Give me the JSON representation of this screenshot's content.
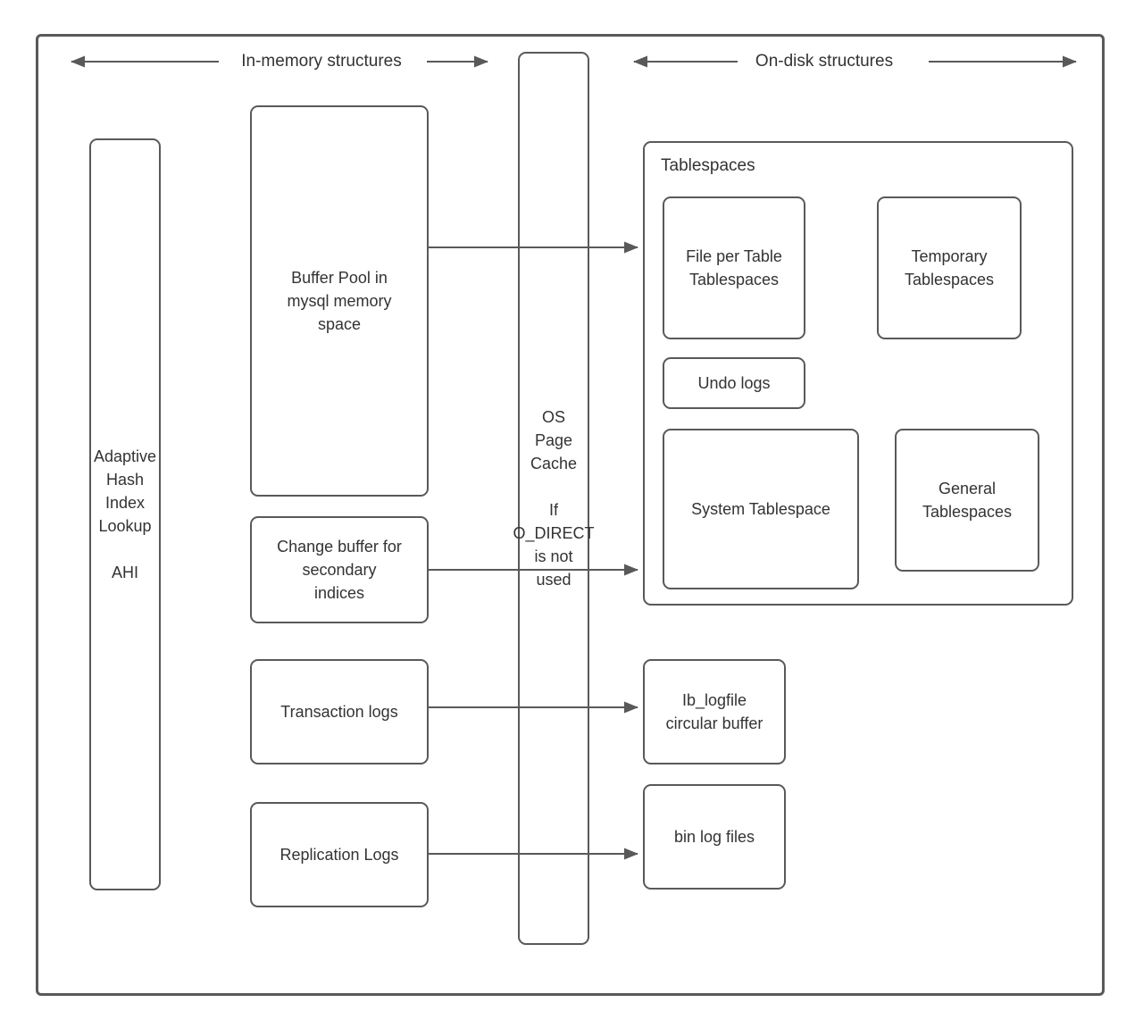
{
  "diagram": {
    "headers": {
      "in_memory": "In-memory structures",
      "on_disk": "On-disk structures"
    },
    "nodes": {
      "ahi": "Adaptive\nHash\nIndex\nLookup\n\nAHI",
      "buffer_pool": "Buffer Pool in\nmysql memory\nspace",
      "change_buffer": "Change buffer for\nsecondary\nindices",
      "transaction_logs": "Transaction logs",
      "replication_logs": "Replication Logs",
      "os_page_cache": "OS\nPage\nCache\n\nIf\nO_DIRECT\nis not\nused",
      "tablespaces_label": "Tablespaces",
      "file_per_table": "File per Table\nTablespaces",
      "temporary_tablespaces": "Temporary\nTablespaces",
      "undo_logs": "Undo logs",
      "system_tablespace": "System Tablespace",
      "general_tablespaces": "General\nTablespaces",
      "ib_logfile": "Ib_logfile\ncircular buffer",
      "bin_log_files": "bin log files"
    },
    "connections": [
      {
        "from": "Buffer Pool in mysql memory space",
        "to": "Tablespaces (File per Table Tablespaces)"
      },
      {
        "from": "Change buffer for secondary indices",
        "to": "Tablespaces"
      },
      {
        "from": "Transaction logs",
        "to": "Ib_logfile circular buffer"
      },
      {
        "from": "Replication Logs",
        "to": "bin log files"
      }
    ],
    "colors": {
      "stroke": "#595959",
      "text": "#333333",
      "background": "#ffffff"
    }
  }
}
